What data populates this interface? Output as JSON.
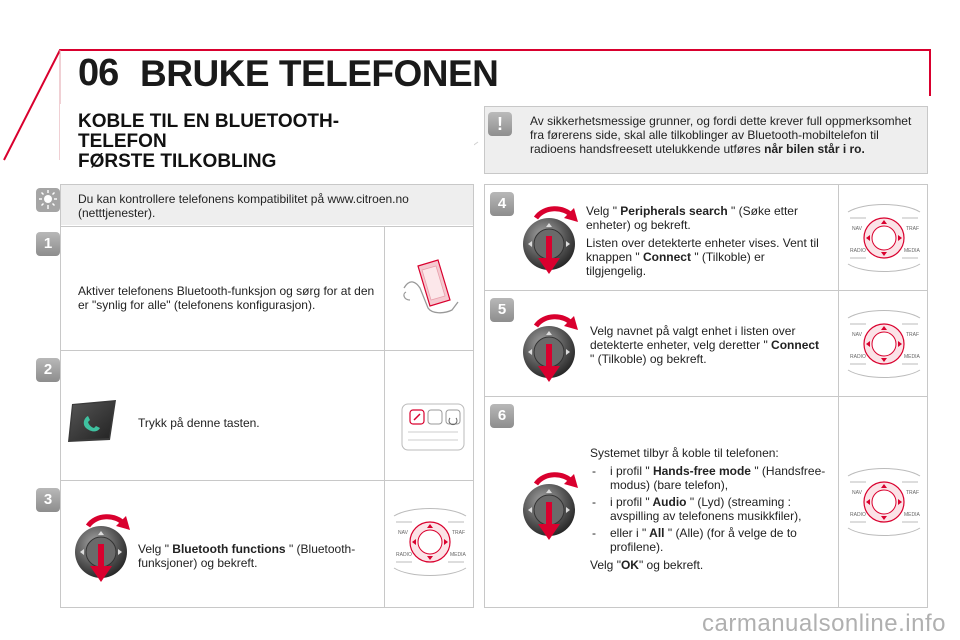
{
  "header": {
    "chapter_number": "06",
    "page_title": "BRUKE TELEFONEN",
    "accent_color": "#d9002e"
  },
  "section": {
    "title_line1": "KOBLE TIL EN BLUETOOTH-",
    "title_line2": "TELEFON",
    "subtitle": "FØRSTE TILKOBLING"
  },
  "warning": {
    "icon": "exclamation-icon",
    "text": "Av sikkerhetsmessige grunner, og fordi dette krever full oppmerksomhet fra førerens side, skal alle tilkoblinger av Bluetooth-mobiltelefon til radioens handsfreesett utelukkende utføres ",
    "bold": "når bilen står i ro."
  },
  "tip": {
    "icon": "lightbulb-icon",
    "text": "Du kan kontrollere telefonens kompatibilitet på www.citroen.no (netttjenester)."
  },
  "steps": {
    "s1": {
      "num": "1",
      "text": "Aktiver telefonens Bluetooth-funksjon og sørg for at den er \"synlig for alle\" (telefonens konfigurasjon)."
    },
    "s2": {
      "num": "2",
      "text": "Trykk på denne tasten."
    },
    "s3": {
      "num": "3",
      "pre": "Velg \"",
      "bold": " Bluetooth functions ",
      "post": "\" (Bluetooth-funksjoner) og bekreft."
    },
    "s4": {
      "num": "4",
      "pre": "Velg \"",
      "bold": " Peripherals search ",
      "post": "\" (Søke etter enheter) og bekreft.",
      "p2_pre": "Listen over detekterte enheter vises. Vent til knappen \"",
      "p2_bold": " Connect ",
      "p2_post": "\" (Tilkoble) er tilgjengelig."
    },
    "s5": {
      "num": "5",
      "pre": "Velg navnet på valgt enhet i listen over detekterte enheter, velg deretter \"",
      "bold": " Connect ",
      "post": "\" (Tilkoble) og bekreft."
    },
    "s6": {
      "num": "6",
      "intro": "Systemet tilbyr å koble til telefonen:",
      "o1_pre": "i profil \"",
      "o1_bold": " Hands-free mode ",
      "o1_post": "\" (Handsfree-modus) (bare telefon),",
      "o2_pre": "i profil \"",
      "o2_bold": " Audio ",
      "o2_post": "\" (Lyd) (streaming : avspilling av telefonens musikkfiler),",
      "o3_pre": "eller i \"",
      "o3_bold": " All ",
      "o3_post": "\" (Alle) (for å velge de to profilene).",
      "end_pre": "Velg \"",
      "end_bold": "OK",
      "end_post": "\" og bekreft."
    }
  },
  "panel_labels": {
    "nav": "NAV",
    "traf": "TRAF",
    "radio": "RADIO",
    "media": "MEDIA"
  },
  "watermark": "carmanualsonline.info"
}
